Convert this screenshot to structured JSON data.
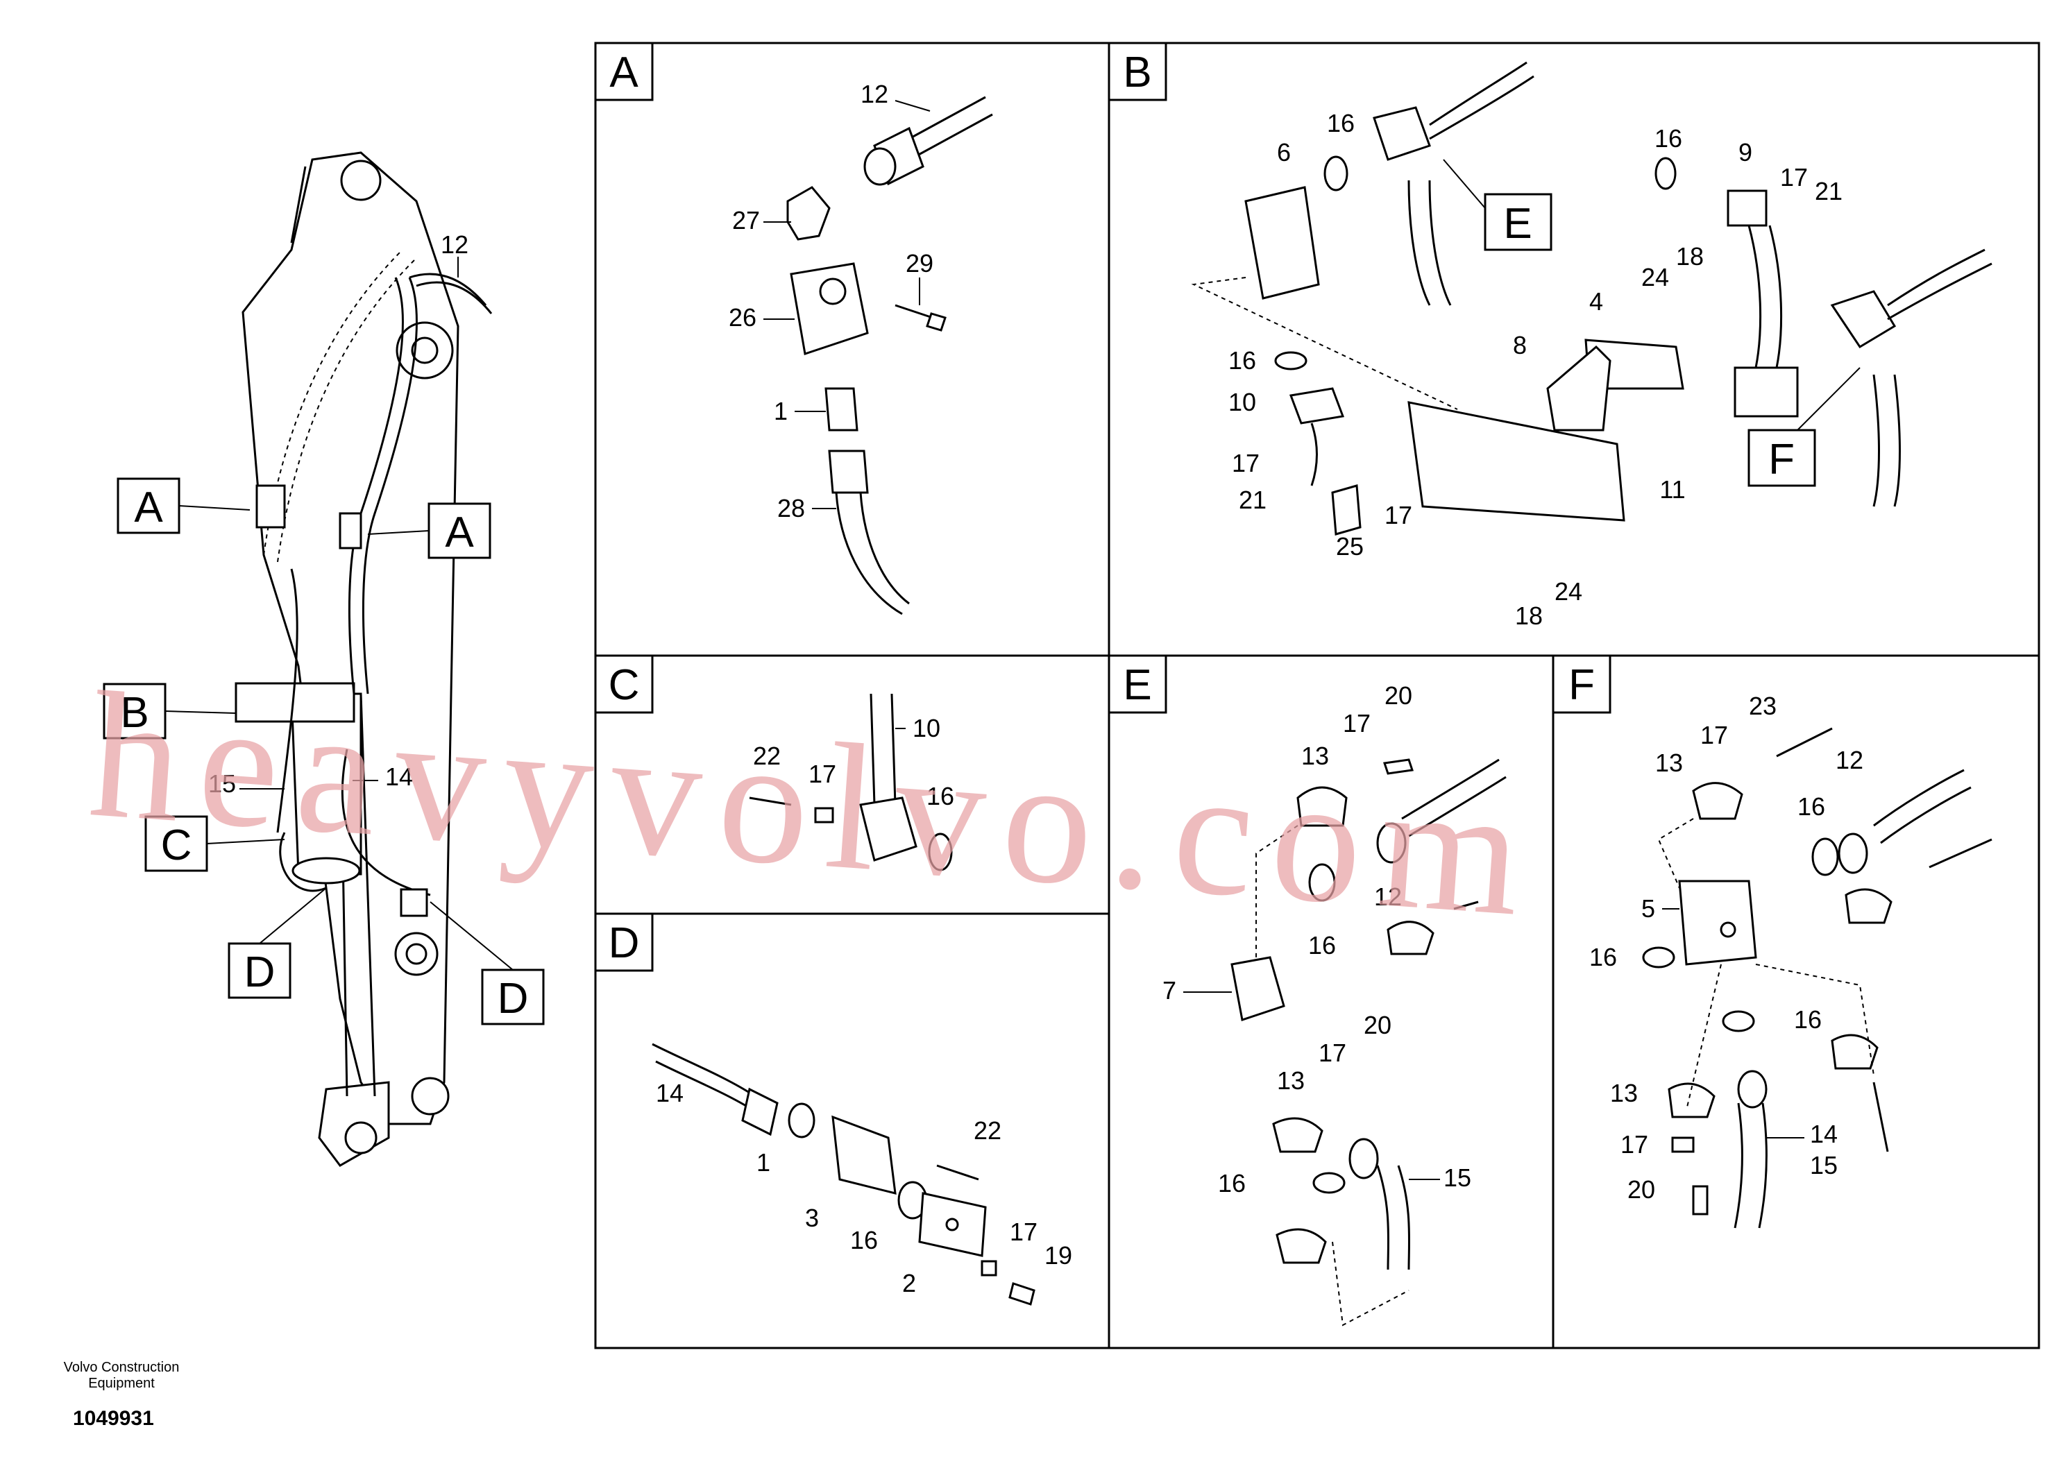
{
  "diagram": {
    "panels": [
      {
        "id": "A",
        "title": "A"
      },
      {
        "id": "B",
        "title": "B"
      },
      {
        "id": "C",
        "title": "C"
      },
      {
        "id": "D",
        "title": "D"
      },
      {
        "id": "E",
        "title": "E"
      },
      {
        "id": "F",
        "title": "F"
      }
    ],
    "overview_callouts": [
      "A",
      "A",
      "B",
      "C",
      "D",
      "D"
    ],
    "overview_numbers": [
      "12",
      "14",
      "15"
    ],
    "panel_a_parts": [
      "12",
      "27",
      "29",
      "26",
      "1",
      "28"
    ],
    "panel_b_parts": [
      "16",
      "6",
      "E",
      "16",
      "9",
      "17",
      "21",
      "18",
      "24",
      "4",
      "8",
      "16",
      "10",
      "17",
      "21",
      "25",
      "17",
      "11",
      "F",
      "18",
      "24"
    ],
    "panel_c_parts": [
      "10",
      "22",
      "17",
      "16"
    ],
    "panel_d_parts": [
      "14",
      "1",
      "3",
      "16",
      "22",
      "2",
      "17",
      "19"
    ],
    "panel_e_parts": [
      "20",
      "17",
      "13",
      "12",
      "16",
      "7",
      "20",
      "17",
      "13",
      "16",
      "15"
    ],
    "panel_f_parts": [
      "23",
      "17",
      "13",
      "12",
      "16",
      "5",
      "16",
      "16",
      "13",
      "14",
      "15",
      "17",
      "20"
    ]
  },
  "watermark": "heavyvolvo.com",
  "footer": {
    "company_line1": "Volvo Construction",
    "company_line2": "Equipment",
    "doc_number": "1049931"
  },
  "colors": {
    "watermark": "#e8a3a6",
    "lines": "#000000",
    "background": "#ffffff"
  }
}
